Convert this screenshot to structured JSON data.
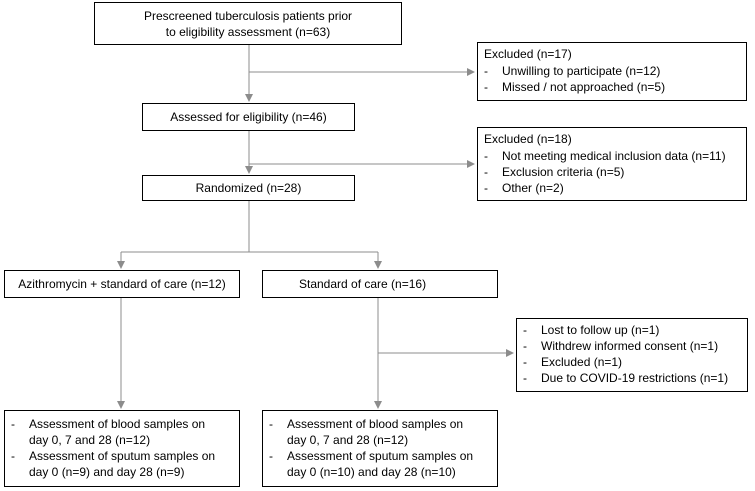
{
  "prescreened": [
    "Prescreened tuberculosis patients prior",
    "to eligibility assessment (n=63)"
  ],
  "excluded1": {
    "head": "Excluded (n=17)",
    "items": [
      "Unwilling to participate (n=12)",
      "Missed / not approached (n=5)"
    ]
  },
  "assessed": "Assessed for eligibility (n=46)",
  "excluded2": {
    "head": "Excluded (n=18)",
    "items": [
      "Not meeting medical inclusion data (n=11)",
      "Exclusion criteria (n=5)",
      "Other (n=2)"
    ]
  },
  "randomized": "Randomized (n=28)",
  "arm_azithro": "Azithromycin + standard of care (n=12)",
  "arm_soc": "Standard of care (n=16)",
  "lost": {
    "items": [
      "Lost to follow up (n=1)",
      "Withdrew informed consent (n=1)",
      "Excluded (n=1)",
      "Due to COVID-19 restrictions (n=1)"
    ]
  },
  "assess_azithro": {
    "items": [
      [
        "Assessment of blood samples on",
        "day 0, 7 and 28 (n=12)"
      ],
      [
        "Assessment of sputum samples on",
        "day 0 (n=9) and day 28 (n=9)"
      ]
    ]
  },
  "assess_soc": {
    "items": [
      [
        "Assessment of blood samples on",
        "day 0, 7 and 28 (n=12)"
      ],
      [
        "Assessment of sputum samples on",
        "day 0 (n=10) and day 28 (n=10)"
      ]
    ]
  },
  "bullet": "-",
  "colors": {
    "line": "#8c8c8c",
    "border": "#000000"
  }
}
